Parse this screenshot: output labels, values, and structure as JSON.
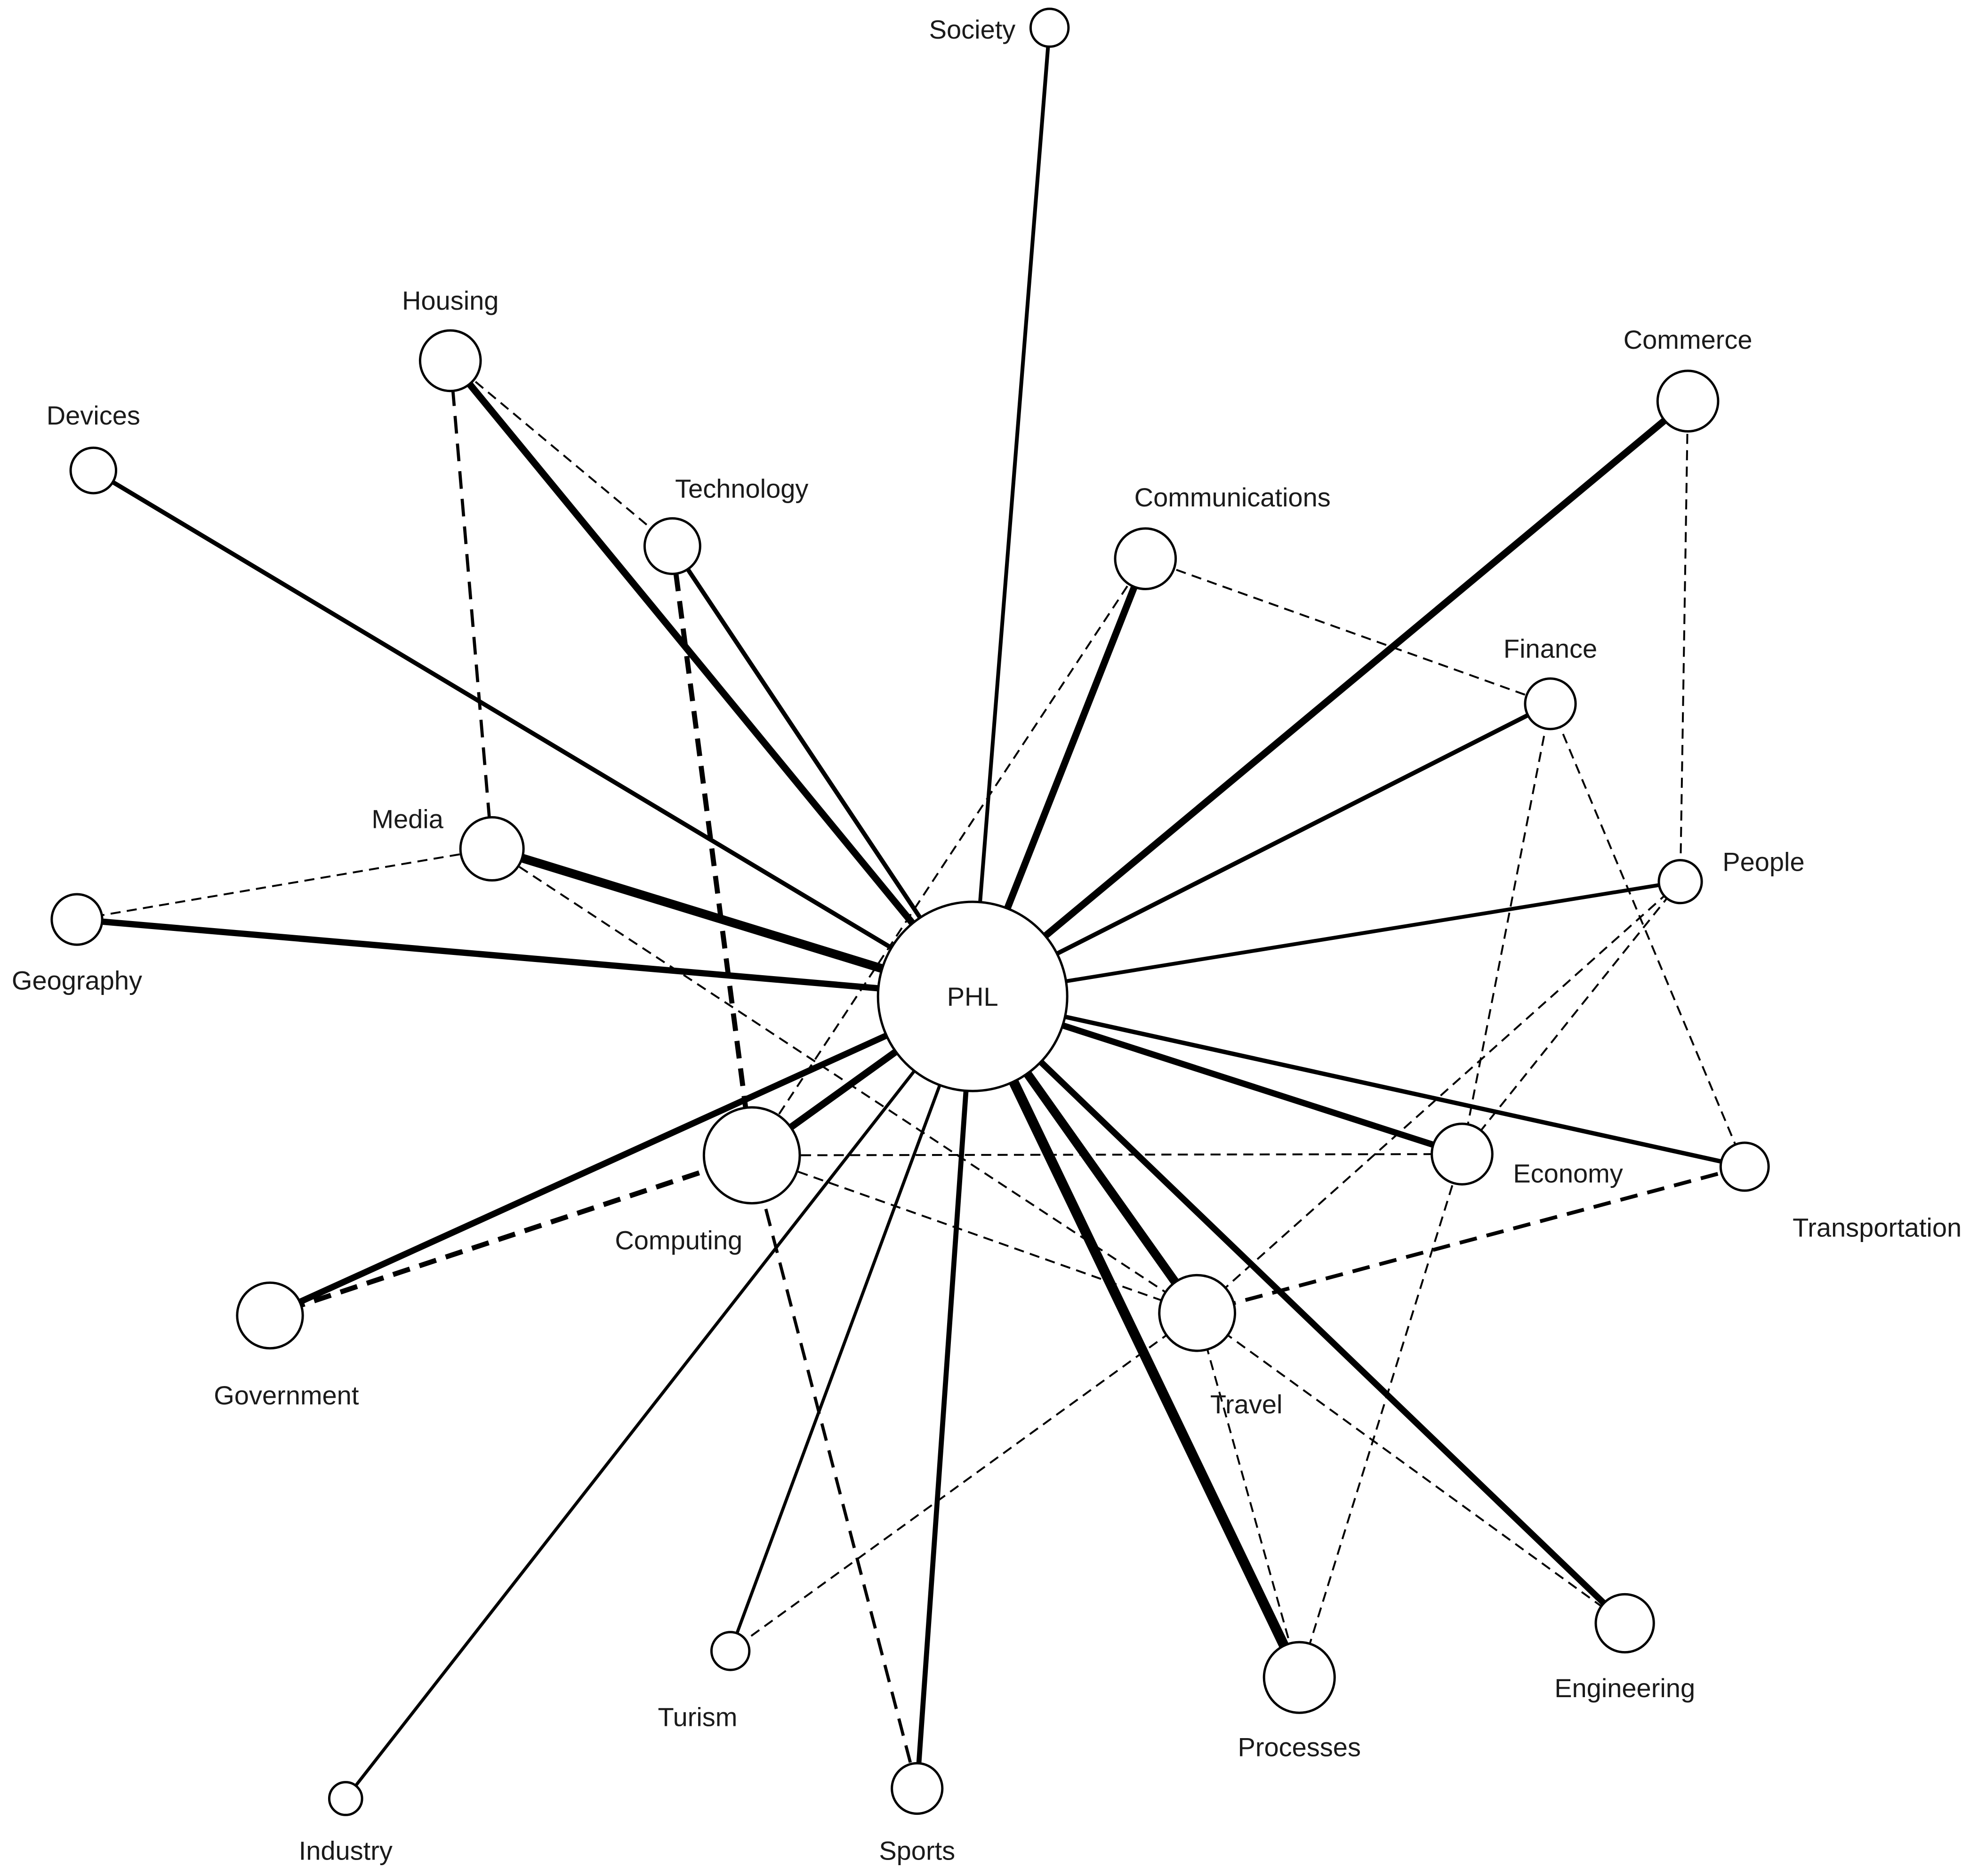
{
  "center": "PHL",
  "nodes": [
    {
      "id": "PHL",
      "label": "PHL"
    },
    {
      "id": "Society",
      "label": "Society"
    },
    {
      "id": "Housing",
      "label": "Housing"
    },
    {
      "id": "Commerce",
      "label": "Commerce"
    },
    {
      "id": "Devices",
      "label": "Devices"
    },
    {
      "id": "Technology",
      "label": "Technology"
    },
    {
      "id": "Communications",
      "label": "Communications"
    },
    {
      "id": "Finance",
      "label": "Finance"
    },
    {
      "id": "Media",
      "label": "Media"
    },
    {
      "id": "People",
      "label": "People"
    },
    {
      "id": "Geography",
      "label": "Geography"
    },
    {
      "id": "Computing",
      "label": "Computing"
    },
    {
      "id": "Economy",
      "label": "Economy"
    },
    {
      "id": "Transportation",
      "label": "Transportation"
    },
    {
      "id": "Government",
      "label": "Government"
    },
    {
      "id": "Travel",
      "label": "Travel"
    },
    {
      "id": "Turism",
      "label": "Turism"
    },
    {
      "id": "Engineering",
      "label": "Engineering"
    },
    {
      "id": "Processes",
      "label": "Processes"
    },
    {
      "id": "Industry",
      "label": "Industry"
    },
    {
      "id": "Sports",
      "label": "Sports"
    }
  ],
  "edges": [
    {
      "from": "PHL",
      "to": "Society",
      "style": "solid"
    },
    {
      "from": "PHL",
      "to": "Housing",
      "style": "solid"
    },
    {
      "from": "PHL",
      "to": "Technology",
      "style": "solid"
    },
    {
      "from": "PHL",
      "to": "Devices",
      "style": "solid"
    },
    {
      "from": "PHL",
      "to": "Media",
      "style": "solid"
    },
    {
      "from": "PHL",
      "to": "Geography",
      "style": "solid"
    },
    {
      "from": "PHL",
      "to": "Communications",
      "style": "solid"
    },
    {
      "from": "PHL",
      "to": "Commerce",
      "style": "solid"
    },
    {
      "from": "PHL",
      "to": "Finance",
      "style": "solid"
    },
    {
      "from": "PHL",
      "to": "People",
      "style": "solid"
    },
    {
      "from": "PHL",
      "to": "Economy",
      "style": "solid"
    },
    {
      "from": "PHL",
      "to": "Transportation",
      "style": "solid"
    },
    {
      "from": "PHL",
      "to": "Computing",
      "style": "solid"
    },
    {
      "from": "PHL",
      "to": "Government",
      "style": "solid"
    },
    {
      "from": "PHL",
      "to": "Industry",
      "style": "solid"
    },
    {
      "from": "PHL",
      "to": "Turism",
      "style": "solid"
    },
    {
      "from": "PHL",
      "to": "Sports",
      "style": "solid"
    },
    {
      "from": "PHL",
      "to": "Processes",
      "style": "solid"
    },
    {
      "from": "PHL",
      "to": "Travel",
      "style": "solid"
    },
    {
      "from": "PHL",
      "to": "Engineering",
      "style": "solid"
    },
    {
      "from": "Housing",
      "to": "Media",
      "style": "dashed"
    },
    {
      "from": "Housing",
      "to": "Technology",
      "style": "dashed"
    },
    {
      "from": "Technology",
      "to": "Computing",
      "style": "dashed"
    },
    {
      "from": "Communications",
      "to": "Finance",
      "style": "dashed"
    },
    {
      "from": "Communications",
      "to": "Computing",
      "style": "dashed"
    },
    {
      "from": "Commerce",
      "to": "People",
      "style": "dashed"
    },
    {
      "from": "Finance",
      "to": "Economy",
      "style": "dashed"
    },
    {
      "from": "Finance",
      "to": "Transportation",
      "style": "dashed"
    },
    {
      "from": "Media",
      "to": "Geography",
      "style": "dashed"
    },
    {
      "from": "Media",
      "to": "Travel",
      "style": "dashed"
    },
    {
      "from": "People",
      "to": "Economy",
      "style": "dashed"
    },
    {
      "from": "People",
      "to": "Travel",
      "style": "dashed"
    },
    {
      "from": "Computing",
      "to": "Economy",
      "style": "dashed"
    },
    {
      "from": "Computing",
      "to": "Travel",
      "style": "dashed"
    },
    {
      "from": "Computing",
      "to": "Government",
      "style": "dashed"
    },
    {
      "from": "Computing",
      "to": "Sports",
      "style": "dashed"
    },
    {
      "from": "Transportation",
      "to": "Travel",
      "style": "dashed"
    },
    {
      "from": "Travel",
      "to": "Turism",
      "style": "dashed"
    },
    {
      "from": "Travel",
      "to": "Processes",
      "style": "dashed"
    },
    {
      "from": "Travel",
      "to": "Engineering",
      "style": "dashed"
    },
    {
      "from": "Economy",
      "to": "Processes",
      "style": "dashed"
    }
  ]
}
